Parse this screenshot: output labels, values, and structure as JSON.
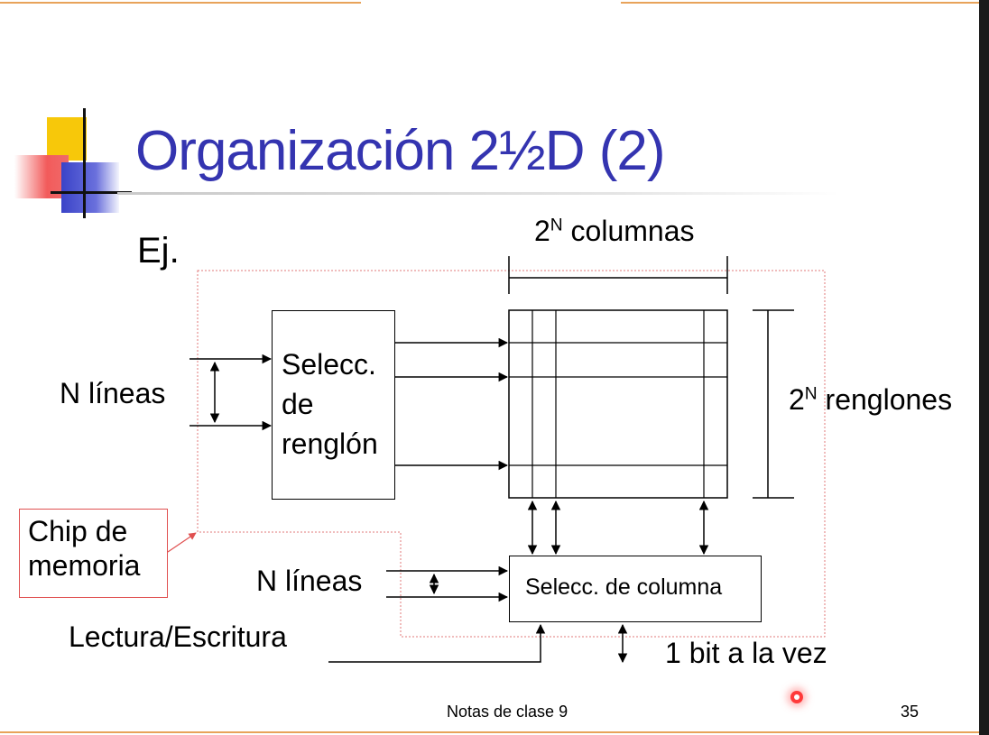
{
  "slide": {
    "title": "Organización 2½D (2)",
    "example_label": "Ej.",
    "footer_notes": "Notas de clase 9",
    "page_number": "35"
  },
  "diagram": {
    "columns_power": "2",
    "columns_exp": "N",
    "columns_word": "columnas",
    "rows_power": "2",
    "rows_exp": "N",
    "rows_word": "renglones",
    "n_lines_left": "N líneas",
    "row_selector": [
      "Selecc.",
      "de",
      "renglón"
    ],
    "chip_label": [
      "Chip de",
      "memoria"
    ],
    "n_lines_bottom": "N líneas",
    "column_selector": "Selecc. de columna",
    "read_write": "Lectura/Escritura",
    "one_bit": "1 bit a la vez"
  },
  "colors": {
    "title": "#3434b0",
    "chip_border": "#e05050",
    "frame_accent": "#e8a35a"
  }
}
